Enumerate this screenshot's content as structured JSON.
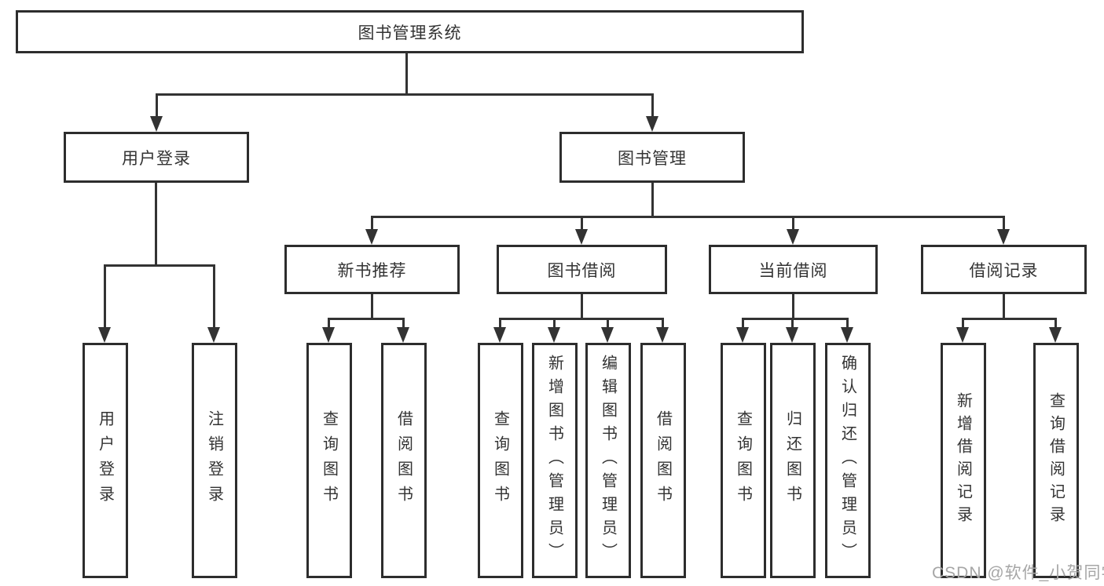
{
  "diagram": {
    "type": "hierarchy-tree",
    "colors": {
      "line": "#333333",
      "border": "#2d2d2d",
      "text": "#333333",
      "background": "#ffffff",
      "watermark": "#a6a6a6"
    }
  },
  "tree": {
    "root": {
      "label": "图书管理系统"
    },
    "branches": [
      {
        "label": "用户登录",
        "children": [
          {
            "label": "用户登录"
          },
          {
            "label": "注销登录"
          }
        ]
      },
      {
        "label": "图书管理",
        "children": [
          {
            "label": "新书推荐",
            "children": [
              {
                "label": "查询图书"
              },
              {
                "label": "借阅图书"
              }
            ]
          },
          {
            "label": "图书借阅",
            "children": [
              {
                "label": "查询图书"
              },
              {
                "label": "新增图书（管理员）"
              },
              {
                "label": "编辑图书（管理员）"
              },
              {
                "label": "借阅图书"
              }
            ]
          },
          {
            "label": "当前借阅",
            "children": [
              {
                "label": "查询图书"
              },
              {
                "label": "归还图书"
              },
              {
                "label": "确认归还（管理员）"
              }
            ]
          },
          {
            "label": "借阅记录",
            "children": [
              {
                "label": "新增借阅记录"
              },
              {
                "label": "查询借阅记录"
              }
            ]
          }
        ]
      }
    ]
  },
  "watermark": "CSDN @软件_小贺同学"
}
